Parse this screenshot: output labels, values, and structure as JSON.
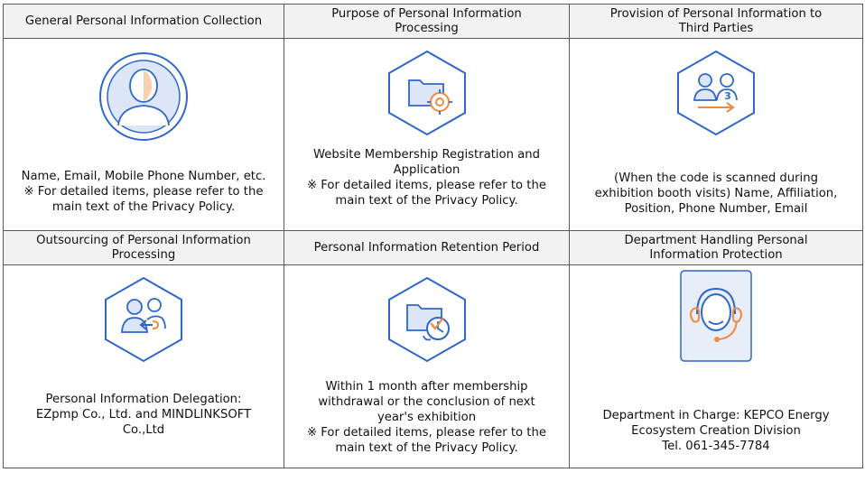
{
  "cells": [
    {
      "header_lines": [
        "General Personal Information Collection"
      ],
      "icon": "user-profile-icon",
      "body_lines": [
        "Name, Email, Mobile Phone Number, etc.",
        "※ For detailed items, please refer to the",
        "main text of the Privacy Policy."
      ]
    },
    {
      "header_lines": [
        "Purpose of Personal Information",
        "Processing"
      ],
      "icon": "folder-target-icon",
      "body_lines": [
        "Website Membership Registration and",
        "Application",
        "※ For detailed items, please refer to the",
        "main text of the Privacy Policy."
      ]
    },
    {
      "header_lines": [
        "Provision of Personal Information to",
        "Third Parties"
      ],
      "icon": "people-transfer-icon",
      "icon_badge": "3",
      "body_lines": [
        "(When the code is scanned during",
        "exhibition booth visits) Name, Affiliation,",
        "Position, Phone Number, Email"
      ]
    },
    {
      "header_lines": [
        "Outsourcing of Personal Information",
        "Processing"
      ],
      "icon": "people-delegation-icon",
      "body_lines": [
        "Personal Information Delegation:",
        "EZpmp Co., Ltd. and MINDLINKSOFT",
        "Co.,Ltd"
      ]
    },
    {
      "header_lines": [
        "Personal Information Retention Period"
      ],
      "icon": "folder-clock-icon",
      "body_lines": [
        "Within 1 month after membership",
        "withdrawal or the conclusion of next",
        "year's exhibition",
        "※ For detailed items, please refer to the",
        "main text of the Privacy Policy."
      ]
    },
    {
      "header_lines": [
        "Department Handling Personal",
        "Information Protection"
      ],
      "icon": "headset-support-icon",
      "body_lines": [
        "Department in Charge: KEPCO Energy",
        "Ecosystem Creation Division",
        "Tel. 061-345-7784"
      ]
    }
  ],
  "colors": {
    "icon_blue": "#2f67c9",
    "icon_orange": "#f08a3c",
    "icon_fill": "#dce6f7",
    "header_bg": "#f2f2f2"
  }
}
